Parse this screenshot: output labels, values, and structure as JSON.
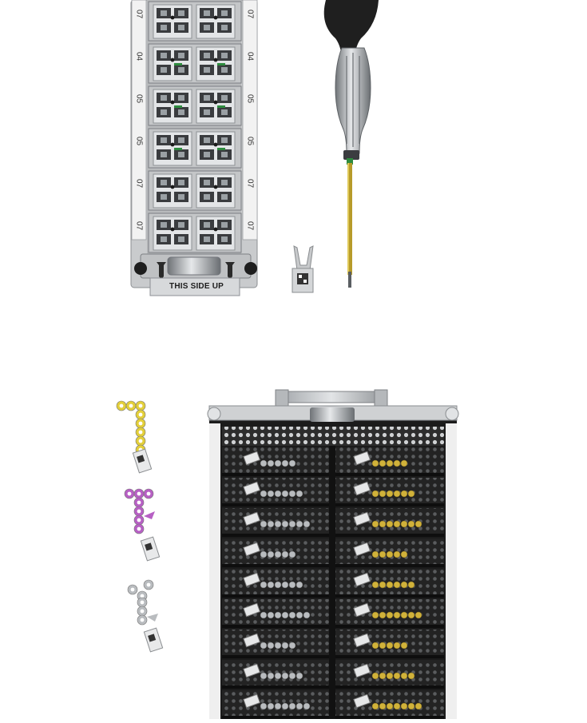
{
  "caddy": {
    "label": "THIS SIDE UP",
    "row_numbers_left": [
      "07",
      "04",
      "05",
      "05",
      "07",
      "07"
    ],
    "row_numbers_right": [
      "07",
      "04",
      "05",
      "05",
      "07",
      "07"
    ]
  },
  "colors": {
    "tray_black": "#1b1b1b",
    "metal_light": "#d6d8da",
    "metal_dark": "#8f9396",
    "gold": "#d1b23a",
    "yellow_plate": "#e3cf3a",
    "purple_plate": "#b760c4",
    "silver_plate": "#b9bcbf",
    "screw_green": "#2e8b3e",
    "driver_shaft": "#b79b2a"
  }
}
